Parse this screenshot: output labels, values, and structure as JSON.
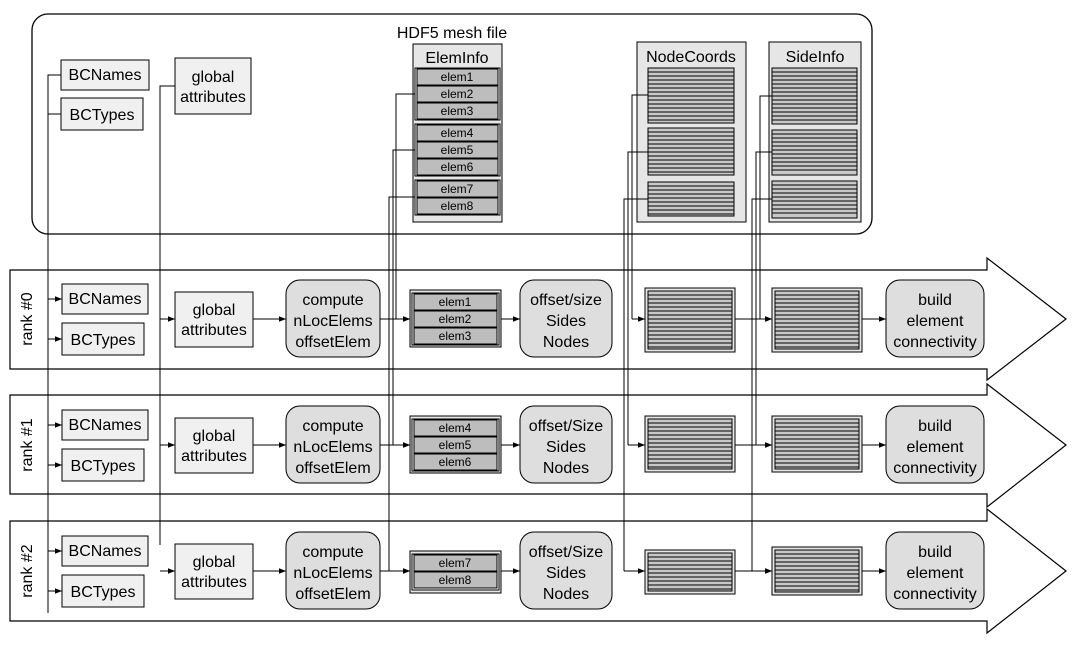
{
  "file": {
    "title": "HDF5 mesh file",
    "bc_names": "BCNames",
    "bc_types": "BCTypes",
    "global_attributes": [
      "global",
      "attributes"
    ],
    "elem_info": {
      "title": "ElemInfo",
      "groups": [
        [
          "elem1",
          "elem2",
          "elem3"
        ],
        [
          "elem4",
          "elem5",
          "elem6"
        ],
        [
          "elem7",
          "elem8"
        ]
      ]
    },
    "node_coords": {
      "title": "NodeCoords"
    },
    "side_info": {
      "title": "SideInfo"
    }
  },
  "ranks": [
    {
      "label": "rank #0",
      "bc_names": "BCNames",
      "bc_types": "BCTypes",
      "global_attributes": [
        "global",
        "attributes"
      ],
      "compute": [
        "compute",
        "nLocElems",
        "offsetElem"
      ],
      "elems": [
        "elem1",
        "elem2",
        "elem3"
      ],
      "offset": [
        "offset/size",
        "Sides",
        "Nodes"
      ],
      "build": [
        "build",
        "element",
        "connectivity"
      ]
    },
    {
      "label": "rank #1",
      "bc_names": "BCNames",
      "bc_types": "BCTypes",
      "global_attributes": [
        "global",
        "attributes"
      ],
      "compute": [
        "compute",
        "nLocElems",
        "offsetElem"
      ],
      "elems": [
        "elem4",
        "elem5",
        "elem6"
      ],
      "offset": [
        "offset/Size",
        "Sides",
        "Nodes"
      ],
      "build": [
        "build",
        "element",
        "connectivity"
      ]
    },
    {
      "label": "rank #2",
      "bc_names": "BCNames",
      "bc_types": "BCTypes",
      "global_attributes": [
        "global",
        "attributes"
      ],
      "compute": [
        "compute",
        "nLocElems",
        "offsetElem"
      ],
      "elems": [
        "elem7",
        "elem8"
      ],
      "offset": [
        "offset/Size",
        "Sides",
        "Nodes"
      ],
      "build": [
        "build",
        "element",
        "connectivity"
      ]
    }
  ]
}
